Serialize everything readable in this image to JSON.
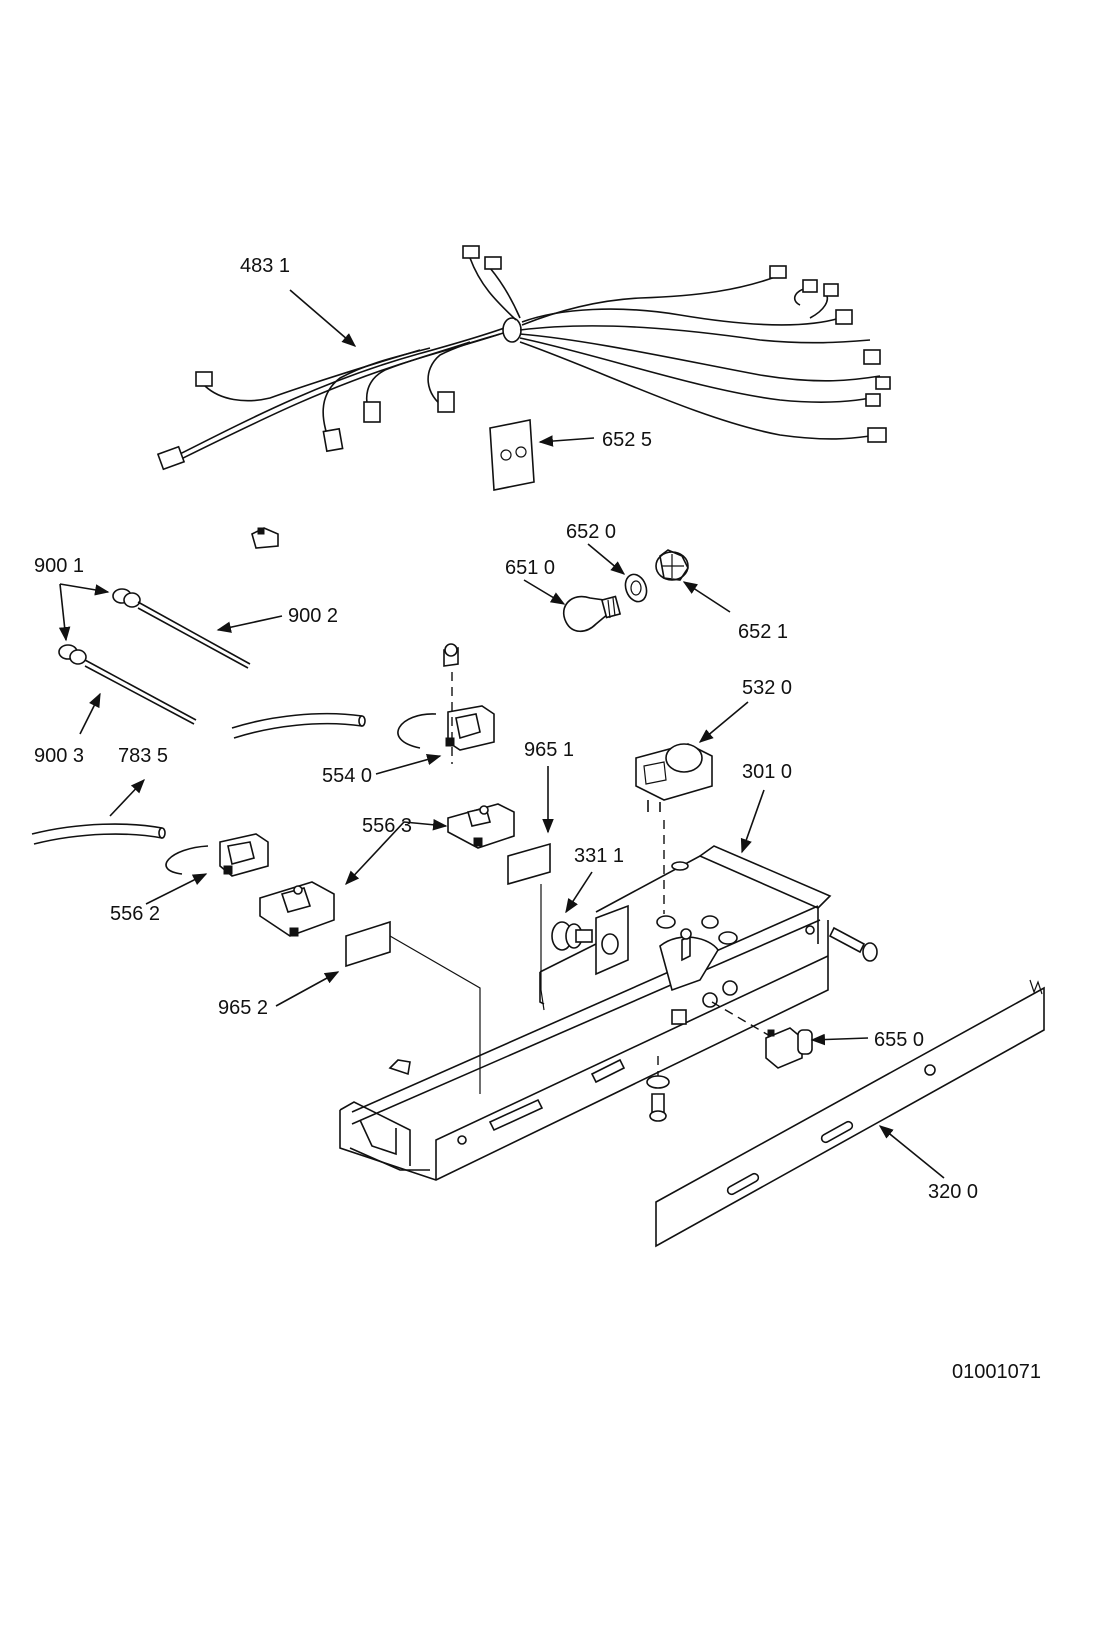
{
  "labels": {
    "l4831": "483 1",
    "l6525": "652 5",
    "l6520": "652 0",
    "l6510": "651 0",
    "l6521": "652 1",
    "l9001": "900 1",
    "l9002": "900 2",
    "l9003": "900 3",
    "l7835": "783 5",
    "l5540": "554 0",
    "l5320": "532 0",
    "l9651": "965 1",
    "l3010": "301 0",
    "l5563": "556 3",
    "l3311": "331 1",
    "l5562": "556 2",
    "l9652": "965 2",
    "l6550": "655 0",
    "l3200": "320 0"
  },
  "drawing_number": "01001071"
}
